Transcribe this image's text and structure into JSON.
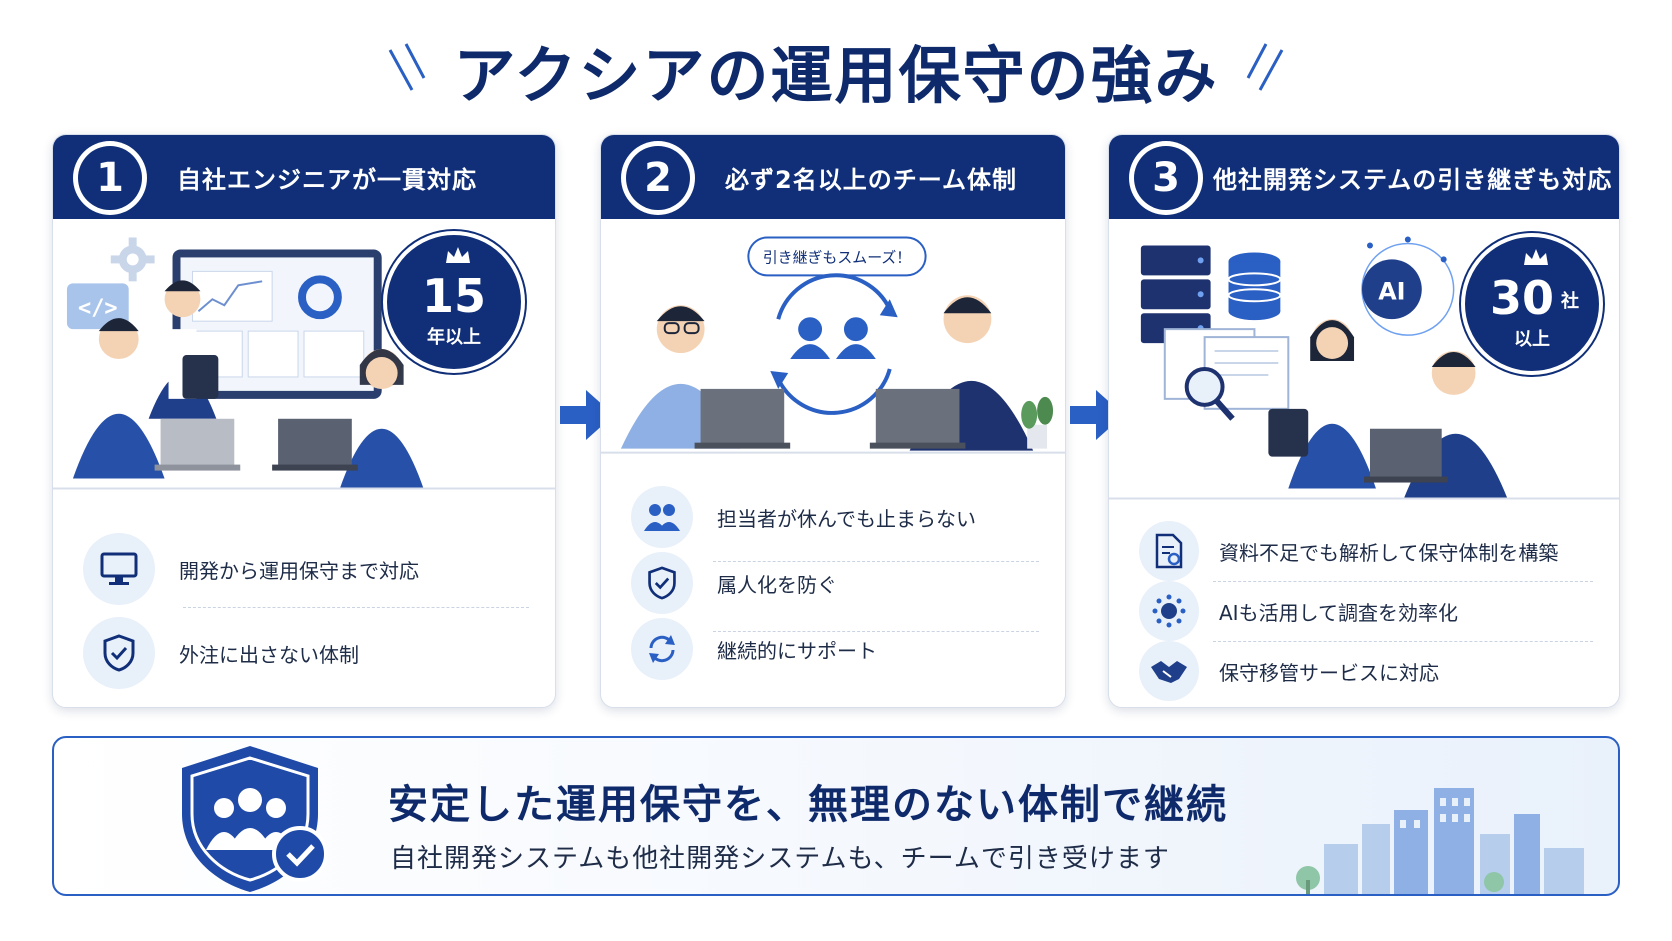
{
  "title": "アクシアの運用保守の強み",
  "cards": [
    {
      "number": "1",
      "heading": "自社エンジニアが一貫対応",
      "badge": {
        "value": "15",
        "unit": "年以上"
      },
      "features": [
        "開発から運用保守まで対応",
        "外注に出さない体制"
      ],
      "feature_icons": [
        "monitor-icon",
        "shield-check-icon"
      ]
    },
    {
      "number": "2",
      "heading": "必ず2名以上のチーム体制",
      "bubble": "引き継ぎもスムーズ！",
      "features": [
        "担当者が休んでも止まらない",
        "属人化を防ぐ",
        "継続的にサポート"
      ],
      "feature_icons": [
        "team-icon",
        "shield-check-icon",
        "refresh-icon"
      ]
    },
    {
      "number": "3",
      "heading": "他社開発システムの引き継ぎも対応",
      "badge": {
        "value": "30",
        "unit_top": "社",
        "unit": "以上"
      },
      "ai_label": "AI",
      "features": [
        "資料不足でも解析して保守体制を構築",
        "AIも活用して調査を効率化",
        "保守移管サービスに対応"
      ],
      "feature_icons": [
        "document-search-icon",
        "ai-network-icon",
        "handshake-icon"
      ]
    }
  ],
  "code_tag": "</>",
  "bottom": {
    "headline": "安定した運用保守を、無理のない体制で継続",
    "subtext": "自社開発システムも他社開発システムも、チームで引き受けます"
  },
  "colors": {
    "navy": "#102f78",
    "blue": "#2a5fc4",
    "light": "#e8f0fa"
  }
}
